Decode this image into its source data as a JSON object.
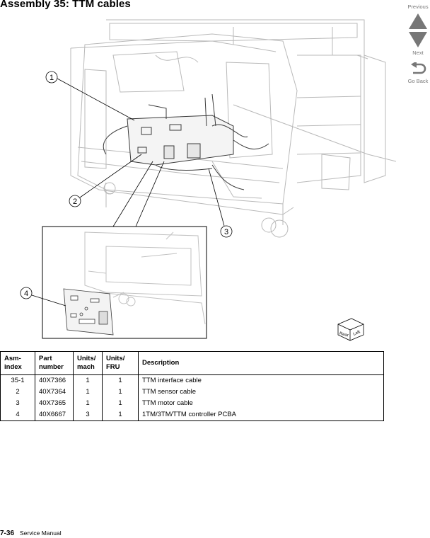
{
  "page": {
    "title": "Assembly 35:  TTM cables",
    "page_number": "7-36",
    "manual_name": "Service Manual"
  },
  "nav": {
    "previous_label": "Previous",
    "next_label": "Next",
    "go_back_label": "Go Back",
    "icon_color": "#777777"
  },
  "figure": {
    "callouts": [
      "1",
      "2",
      "3",
      "4"
    ],
    "orientation_badge": {
      "rear": "Rear",
      "left": "Left"
    }
  },
  "parts_table": {
    "headers": {
      "asm_index": [
        "Asm-",
        "index"
      ],
      "part_number": [
        "Part",
        "number"
      ],
      "units_mach": [
        "Units/",
        "mach"
      ],
      "units_fru": [
        "Units/",
        "FRU"
      ],
      "description": "Description"
    },
    "rows": [
      {
        "asm_index": "35-1",
        "part_number": "40X7366",
        "units_mach": "1",
        "units_fru": "1",
        "description": "TTM interface cable"
      },
      {
        "asm_index": "2",
        "part_number": "40X7364",
        "units_mach": "1",
        "units_fru": "1",
        "description": "TTM sensor cable"
      },
      {
        "asm_index": "3",
        "part_number": "40X7365",
        "units_mach": "1",
        "units_fru": "1",
        "description": "TTM motor cable"
      },
      {
        "asm_index": "4",
        "part_number": "40X6667",
        "units_mach": "3",
        "units_fru": "1",
        "description": "1TM/3TM/TTM controller PCBA"
      }
    ]
  }
}
